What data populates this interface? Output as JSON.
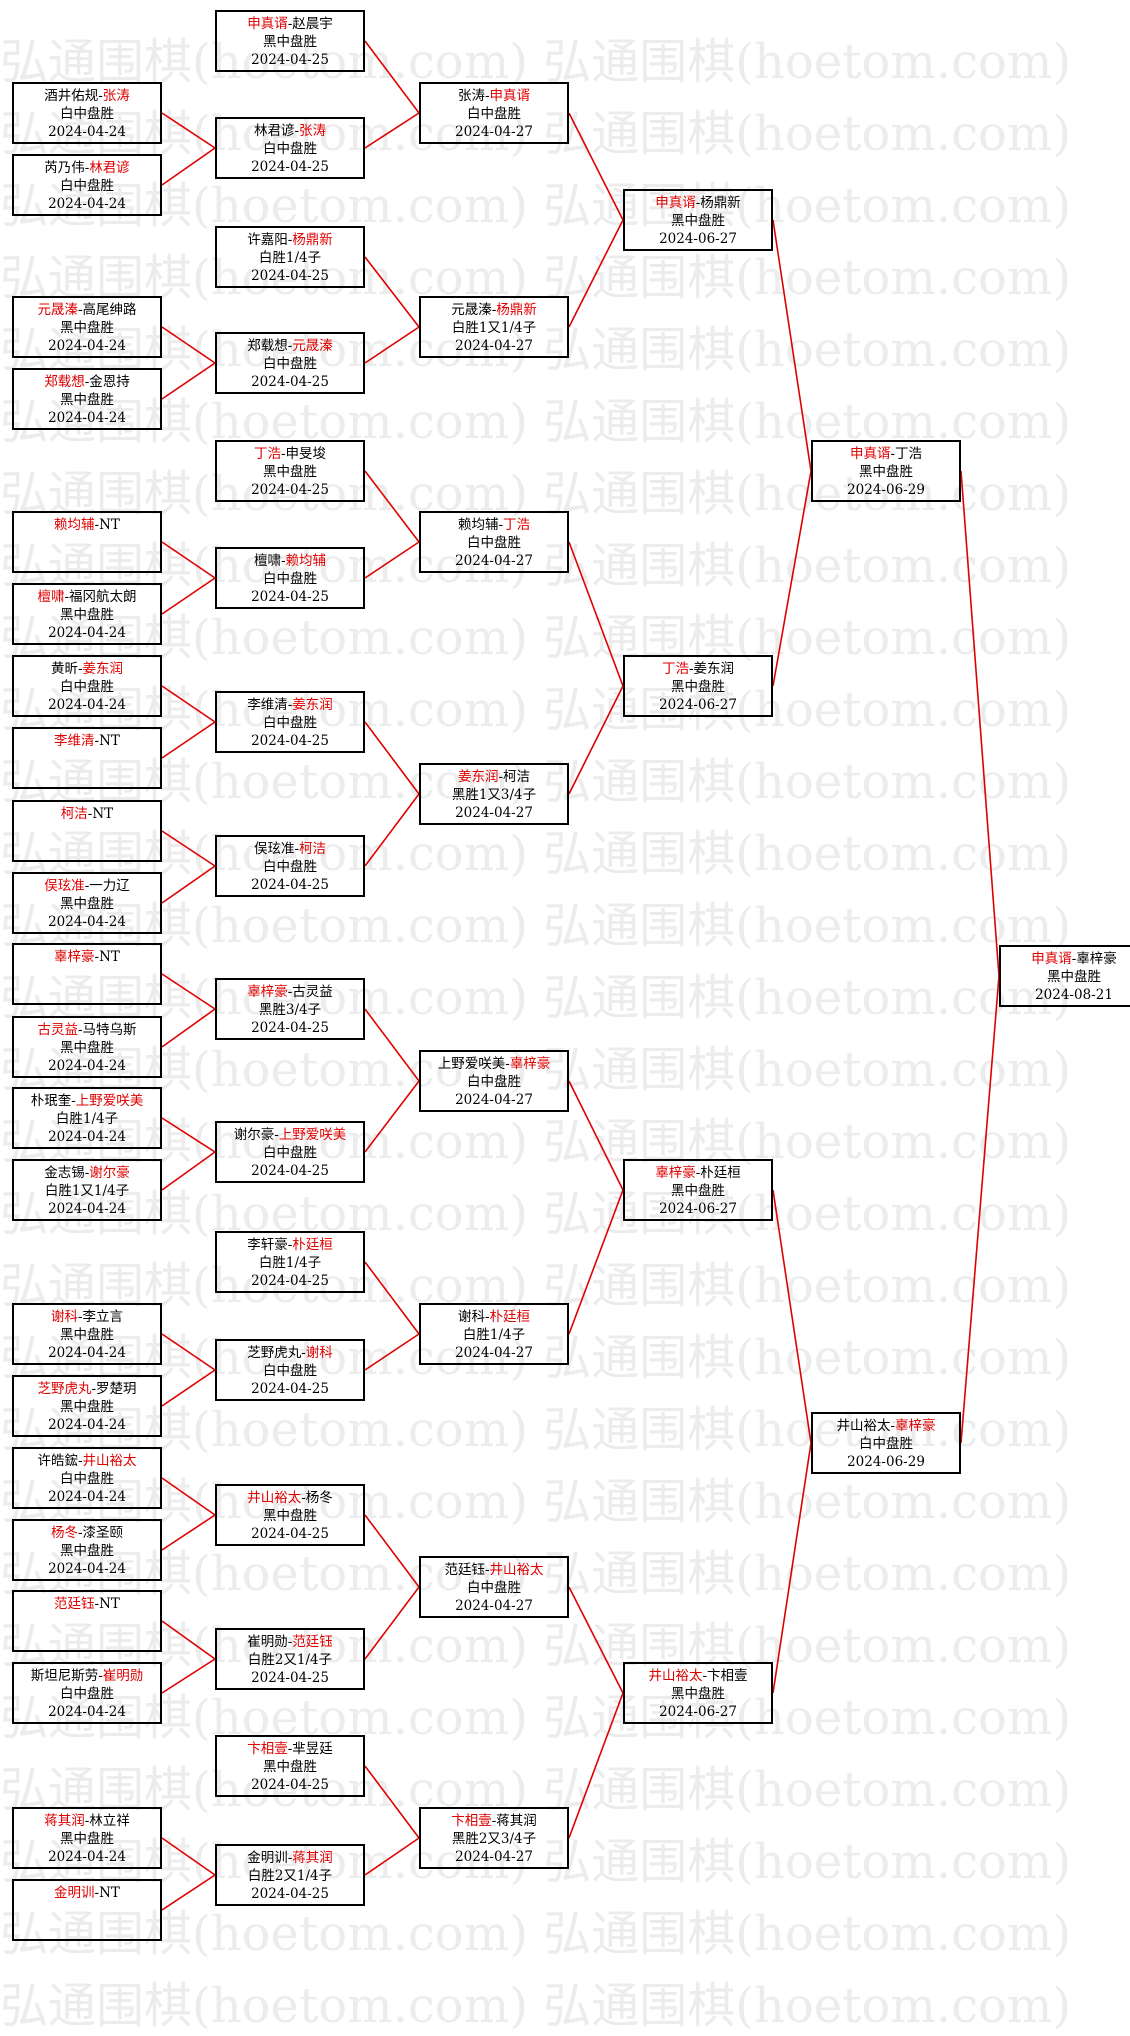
{
  "watermark": "弘通围棋(hoetom.com) 弘通围棋(hoetom.com)",
  "colors": {
    "winner": "#e00000",
    "text": "#000000",
    "line": "#e00000",
    "border": "#000000",
    "watermark": "#ececec"
  },
  "rounds": [
    {
      "name": "round-1",
      "matches": [
        {
          "id": "r1m1",
          "p1": "酒井佑规",
          "p2": "张涛",
          "winner": 2,
          "result": "白中盘胜",
          "date": "2024-04-24"
        },
        {
          "id": "r1m2",
          "p1": "芮乃伟",
          "p2": "林君谚",
          "winner": 2,
          "result": "白中盘胜",
          "date": "2024-04-24"
        },
        {
          "id": "r1m3",
          "p1": "元晟溱",
          "p2": "高尾绅路",
          "winner": 1,
          "result": "黑中盘胜",
          "date": "2024-04-24"
        },
        {
          "id": "r1m4",
          "p1": "郑载想",
          "p2": "金恩持",
          "winner": 1,
          "result": "黑中盘胜",
          "date": "2024-04-24"
        },
        {
          "id": "r1m5",
          "p1": "赖均辅",
          "p2": "NT",
          "winner": 1,
          "result": "",
          "date": ""
        },
        {
          "id": "r1m6",
          "p1": "檀啸",
          "p2": "福冈航太朗",
          "winner": 1,
          "result": "黑中盘胜",
          "date": "2024-04-24"
        },
        {
          "id": "r1m7",
          "p1": "黄昕",
          "p2": "姜东润",
          "winner": 2,
          "result": "白中盘胜",
          "date": "2024-04-24"
        },
        {
          "id": "r1m8",
          "p1": "李维清",
          "p2": "NT",
          "winner": 1,
          "result": "",
          "date": ""
        },
        {
          "id": "r1m9",
          "p1": "柯洁",
          "p2": "NT",
          "winner": 1,
          "result": "",
          "date": ""
        },
        {
          "id": "r1m10",
          "p1": "俣玹准",
          "p2": "一力辽",
          "winner": 1,
          "result": "黑中盘胜",
          "date": "2024-04-24"
        },
        {
          "id": "r1m11",
          "p1": "辜梓豪",
          "p2": "NT",
          "winner": 1,
          "result": "",
          "date": ""
        },
        {
          "id": "r1m12",
          "p1": "古灵益",
          "p2": "马特乌斯",
          "winner": 1,
          "result": "黑中盘胜",
          "date": "2024-04-24"
        },
        {
          "id": "r1m13",
          "p1": "朴珉奎",
          "p2": "上野爱咲美",
          "winner": 2,
          "result": "白胜1/4子",
          "date": "2024-04-24"
        },
        {
          "id": "r1m14",
          "p1": "金志锡",
          "p2": "谢尔豪",
          "winner": 2,
          "result": "白胜1又1/4子",
          "date": "2024-04-24"
        },
        {
          "id": "r1m15",
          "p1": "谢科",
          "p2": "李立言",
          "winner": 1,
          "result": "黑中盘胜",
          "date": "2024-04-24"
        },
        {
          "id": "r1m16",
          "p1": "芝野虎丸",
          "p2": "罗楚玥",
          "winner": 1,
          "result": "黑中盘胜",
          "date": "2024-04-24"
        },
        {
          "id": "r1m17",
          "p1": "许皓鋐",
          "p2": "井山裕太",
          "winner": 2,
          "result": "白中盘胜",
          "date": "2024-04-24"
        },
        {
          "id": "r1m18",
          "p1": "杨冬",
          "p2": "漆圣颐",
          "winner": 1,
          "result": "黑中盘胜",
          "date": "2024-04-24"
        },
        {
          "id": "r1m19",
          "p1": "范廷钰",
          "p2": "NT",
          "winner": 1,
          "result": "",
          "date": ""
        },
        {
          "id": "r1m20",
          "p1": "斯坦尼斯劳",
          "p2": "崔明勋",
          "winner": 2,
          "result": "白中盘胜",
          "date": "2024-04-24"
        },
        {
          "id": "r1m21",
          "p1": "蒋其润",
          "p2": "林立祥",
          "winner": 1,
          "result": "黑中盘胜",
          "date": "2024-04-24"
        },
        {
          "id": "r1m22",
          "p1": "金明训",
          "p2": "NT",
          "winner": 1,
          "result": "",
          "date": ""
        }
      ]
    },
    {
      "name": "round-2",
      "matches": [
        {
          "id": "r2m1",
          "p1": "申真谞",
          "p2": "赵晨宇",
          "winner": 1,
          "result": "黑中盘胜",
          "date": "2024-04-25"
        },
        {
          "id": "r2m2",
          "p1": "林君谚",
          "p2": "张涛",
          "winner": 2,
          "result": "白中盘胜",
          "date": "2024-04-25"
        },
        {
          "id": "r2m3",
          "p1": "许嘉阳",
          "p2": "杨鼎新",
          "winner": 2,
          "result": "白胜1/4子",
          "date": "2024-04-25"
        },
        {
          "id": "r2m4",
          "p1": "郑载想",
          "p2": "元晟溱",
          "winner": 2,
          "result": "白中盘胜",
          "date": "2024-04-25"
        },
        {
          "id": "r2m5",
          "p1": "丁浩",
          "p2": "申旻埈",
          "winner": 1,
          "result": "黑中盘胜",
          "date": "2024-04-25"
        },
        {
          "id": "r2m6",
          "p1": "檀啸",
          "p2": "赖均辅",
          "winner": 2,
          "result": "白中盘胜",
          "date": "2024-04-25"
        },
        {
          "id": "r2m7",
          "p1": "李维清",
          "p2": "姜东润",
          "winner": 2,
          "result": "白中盘胜",
          "date": "2024-04-25"
        },
        {
          "id": "r2m8",
          "p1": "俣玹准",
          "p2": "柯洁",
          "winner": 2,
          "result": "白中盘胜",
          "date": "2024-04-25"
        },
        {
          "id": "r2m9",
          "p1": "辜梓豪",
          "p2": "古灵益",
          "winner": 1,
          "result": "黑胜3/4子",
          "date": "2024-04-25"
        },
        {
          "id": "r2m10",
          "p1": "谢尔豪",
          "p2": "上野爱咲美",
          "winner": 2,
          "result": "白中盘胜",
          "date": "2024-04-25"
        },
        {
          "id": "r2m11",
          "p1": "李轩豪",
          "p2": "朴廷桓",
          "winner": 2,
          "result": "白胜1/4子",
          "date": "2024-04-25"
        },
        {
          "id": "r2m12",
          "p1": "芝野虎丸",
          "p2": "谢科",
          "winner": 2,
          "result": "白中盘胜",
          "date": "2024-04-25"
        },
        {
          "id": "r2m13",
          "p1": "井山裕太",
          "p2": "杨冬",
          "winner": 1,
          "result": "黑中盘胜",
          "date": "2024-04-25"
        },
        {
          "id": "r2m14",
          "p1": "崔明勋",
          "p2": "范廷钰",
          "winner": 2,
          "result": "白胜2又1/4子",
          "date": "2024-04-25"
        },
        {
          "id": "r2m15",
          "p1": "卞相壹",
          "p2": "芈昱廷",
          "winner": 1,
          "result": "黑中盘胜",
          "date": "2024-04-25"
        },
        {
          "id": "r2m16",
          "p1": "金明训",
          "p2": "蒋其润",
          "winner": 2,
          "result": "白胜2又1/4子",
          "date": "2024-04-25"
        }
      ]
    },
    {
      "name": "round-3",
      "matches": [
        {
          "id": "r3m1",
          "p1": "张涛",
          "p2": "申真谞",
          "winner": 2,
          "result": "白中盘胜",
          "date": "2024-04-27"
        },
        {
          "id": "r3m2",
          "p1": "元晟溱",
          "p2": "杨鼎新",
          "winner": 2,
          "result": "白胜1又1/4子",
          "date": "2024-04-27"
        },
        {
          "id": "r3m3",
          "p1": "赖均辅",
          "p2": "丁浩",
          "winner": 2,
          "result": "白中盘胜",
          "date": "2024-04-27"
        },
        {
          "id": "r3m4",
          "p1": "姜东润",
          "p2": "柯洁",
          "winner": 1,
          "result": "黑胜1又3/4子",
          "date": "2024-04-27"
        },
        {
          "id": "r3m5",
          "p1": "上野爱咲美",
          "p2": "辜梓豪",
          "winner": 2,
          "result": "白中盘胜",
          "date": "2024-04-27"
        },
        {
          "id": "r3m6",
          "p1": "谢科",
          "p2": "朴廷桓",
          "winner": 2,
          "result": "白胜1/4子",
          "date": "2024-04-27"
        },
        {
          "id": "r3m7",
          "p1": "范廷钰",
          "p2": "井山裕太",
          "winner": 2,
          "result": "白中盘胜",
          "date": "2024-04-27"
        },
        {
          "id": "r3m8",
          "p1": "卞相壹",
          "p2": "蒋其润",
          "winner": 1,
          "result": "黑胜2又3/4子",
          "date": "2024-04-27"
        }
      ]
    },
    {
      "name": "round-4",
      "matches": [
        {
          "id": "r4m1",
          "p1": "申真谞",
          "p2": "杨鼎新",
          "winner": 1,
          "result": "黑中盘胜",
          "date": "2024-06-27"
        },
        {
          "id": "r4m2",
          "p1": "丁浩",
          "p2": "姜东润",
          "winner": 1,
          "result": "黑中盘胜",
          "date": "2024-06-27"
        },
        {
          "id": "r4m3",
          "p1": "辜梓豪",
          "p2": "朴廷桓",
          "winner": 1,
          "result": "黑中盘胜",
          "date": "2024-06-27"
        },
        {
          "id": "r4m4",
          "p1": "井山裕太",
          "p2": "卞相壹",
          "winner": 1,
          "result": "黑中盘胜",
          "date": "2024-06-27"
        }
      ]
    },
    {
      "name": "semifinal",
      "matches": [
        {
          "id": "r5m1",
          "p1": "申真谞",
          "p2": "丁浩",
          "winner": 1,
          "result": "黑中盘胜",
          "date": "2024-06-29"
        },
        {
          "id": "r5m2",
          "p1": "井山裕太",
          "p2": "辜梓豪",
          "winner": 2,
          "result": "白中盘胜",
          "date": "2024-06-29"
        }
      ]
    },
    {
      "name": "final",
      "matches": [
        {
          "id": "r6m1",
          "p1": "申真谞",
          "p2": "辜梓豪",
          "winner": 1,
          "result": "黑中盘胜",
          "date": "2024-08-21"
        }
      ]
    }
  ]
}
